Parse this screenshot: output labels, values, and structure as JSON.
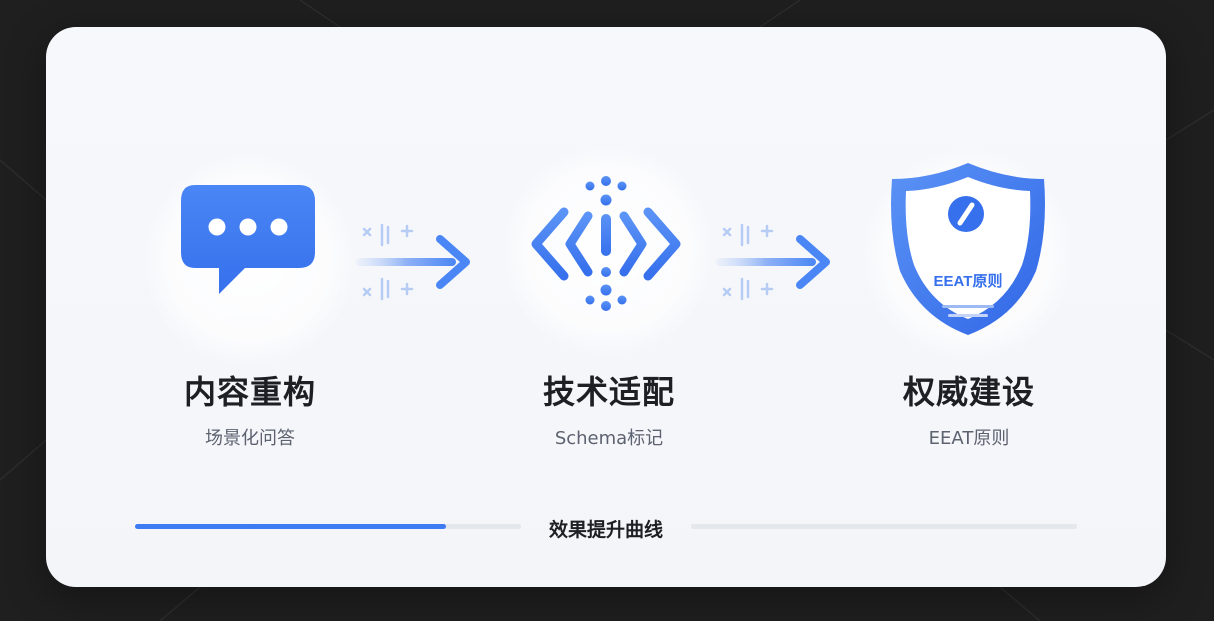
{
  "steps": [
    {
      "icon": "chat-bubble-icon",
      "title": "内容重构",
      "subtitle": "场景化问答"
    },
    {
      "icon": "code-brackets-icon",
      "title": "技术适配",
      "subtitle": "Schema标记"
    },
    {
      "icon": "shield-icon",
      "title": "权威建设",
      "subtitle": "EEAT原则",
      "badge": "EEAT原则"
    }
  ],
  "progress": {
    "label": "效果提升曲线",
    "fraction": 0.33
  },
  "colors": {
    "accent": "#3d7bf2",
    "text": "#1d1f24",
    "subtext": "#5d6270"
  }
}
